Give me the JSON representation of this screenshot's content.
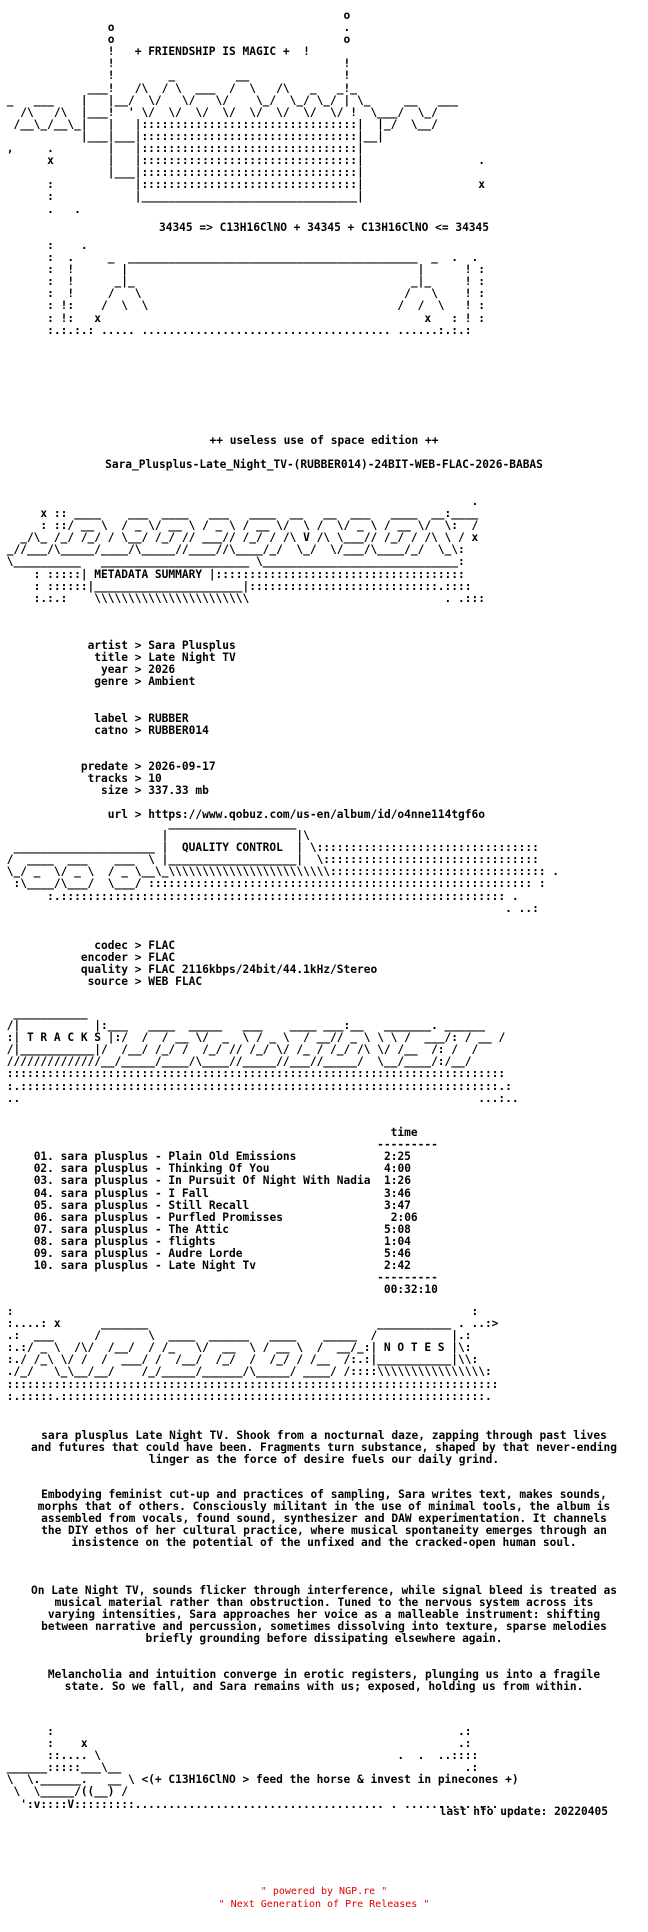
{
  "header": {
    "banner": "+ FRIENDSHIP IS MAGIC +",
    "formula": "34345 => C13H16ClNO + 34345 + C13H16ClNO <= 34345",
    "edition": "++ useless use of space edition ++",
    "release_name": "Sara_Plusplus-Late_Night_TV-(RUBBER014)-24BIT-WEB-FLAC-2026-BABAS"
  },
  "sections": {
    "metadata": "METADATA SUMMARY",
    "quality": "QUALITY CONTROL",
    "tracks": "T R A C K S",
    "notes": "N O T E S"
  },
  "metadata": {
    "artist": {
      "label": "artist",
      "value": "Sara Plusplus"
    },
    "title": {
      "label": "title",
      "value": "Late Night TV"
    },
    "year": {
      "label": "year",
      "value": "2026"
    },
    "genre": {
      "label": "genre",
      "value": "Ambient"
    },
    "label": {
      "label": "label",
      "value": "RUBBER"
    },
    "catno": {
      "label": "catno",
      "value": "RUBBER014"
    },
    "predate": {
      "label": "predate",
      "value": "2026-09-17"
    },
    "tracks": {
      "label": "tracks",
      "value": "10"
    },
    "size": {
      "label": "size",
      "value": "337.33 mb"
    },
    "url": {
      "label": "url",
      "value": "https://www.qobuz.com/us-en/album/id/o4nne114tgf6o"
    }
  },
  "quality": {
    "codec": {
      "label": "codec",
      "value": "FLAC"
    },
    "encoder": {
      "label": "encoder",
      "value": "FLAC"
    },
    "quality": {
      "label": "quality",
      "value": "FLAC 2116kbps/24bit/44.1kHz/Stereo"
    },
    "source": {
      "label": "source",
      "value": "WEB FLAC"
    }
  },
  "tracklist": {
    "time_header": "time",
    "total": "00:32:10",
    "items": [
      {
        "num": "01.",
        "name": "sara plusplus - Plain Old Emissions",
        "time": "2:25"
      },
      {
        "num": "02.",
        "name": "sara plusplus - Thinking Of You",
        "time": "4:00"
      },
      {
        "num": "03.",
        "name": "sara plusplus - In Pursuit Of Night With Nadia",
        "time": "1:26"
      },
      {
        "num": "04.",
        "name": "sara plusplus - I Fall",
        "time": "3:46"
      },
      {
        "num": "05.",
        "name": "sara plusplus - Still Recall",
        "time": "3:47"
      },
      {
        "num": "06.",
        "name": "sara plusplus - Purfled Promisses",
        "time": "2:06"
      },
      {
        "num": "07.",
        "name": "sara plusplus - The Attic",
        "time": "5:08"
      },
      {
        "num": "08.",
        "name": "sara plusplus - flights",
        "time": "1:04"
      },
      {
        "num": "09.",
        "name": "sara plusplus - Audre Lorde",
        "time": "5:46"
      },
      {
        "num": "10.",
        "name": "sara plusplus - Late Night Tv",
        "time": "2:42"
      }
    ]
  },
  "notes": {
    "p1": "sara plusplus Late Night TV. Shook from a nocturnal daze, zapping through past lives and futures that could have been. Fragments turn substance, shaped by that never-ending linger as the force of desire fuels our daily grind.",
    "p2": "Embodying feminist cut-up and practices of sampling, Sara writes text, makes sounds, morphs that of others. Consciously militant in the use of minimal tools, the album is assembled from vocals, found sound, synthesizer and DAW experimentation. It channels the DIY ethos of her cultural practice, where musical spontaneity emerges through an insistence on the potential of the unfixed and the cracked-open human soul.",
    "p3": "On Late Night TV, sounds flicker through interference, while signal bleed is treated as musical material rather than obstruction. Tuned to the nervous system across its varying intensities, Sara approaches her voice as a malleable instrument: shifting between narrative and percussion, sometimes dissolving into texture, sparse melodies briefly grounding before dissipating elsewhere again.",
    "p4": "Melancholia and intuition converge in erotic registers, plunging us into a fragile state. So we fall, and Sara remains with us; exposed, holding us from within."
  },
  "closing": {
    "tagline": "<(+ C13H16ClNO > feed the horse & invest in pinecones +)",
    "last_update": "last nfo update: 20220405"
  },
  "footer": {
    "powered": "\" powered by NGP.re \"",
    "ngp": "\" Next Generation of Pre Releases \""
  }
}
